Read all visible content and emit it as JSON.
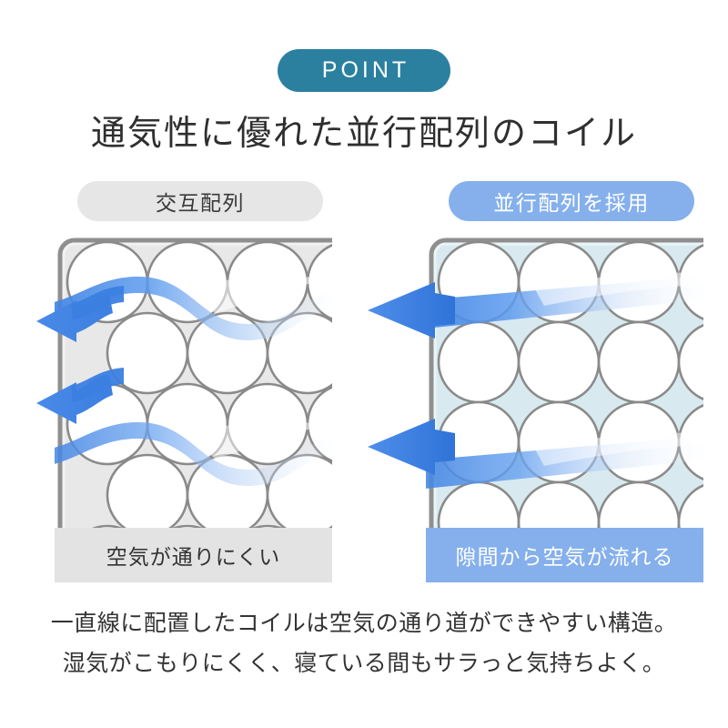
{
  "badge": {
    "label": "POINT",
    "color": "#2b80a0",
    "text_color": "#ffffff"
  },
  "title": "通気性に優れた並行配列のコイル",
  "columns": [
    {
      "id": "alternating",
      "header": "交互配列",
      "header_bg": "#e6e6e6",
      "header_text_color": "#3a3a3a",
      "panel_bg": "#e8e8e8",
      "caption": "空気が通りにくい",
      "caption_bg": "#e3e3e3",
      "caption_text_color": "#333333",
      "arrangement": "staggered",
      "airflow": "wavy",
      "arrow_count": 2
    },
    {
      "id": "parallel",
      "header": "並行配列を採用",
      "header_bg": "#85b0ec",
      "header_text_color": "#ffffff",
      "panel_bg": "#d8eaf0",
      "caption": "隙間から空気が流れる",
      "caption_bg": "#85b0ec",
      "caption_text_color": "#ffffff",
      "arrangement": "grid",
      "airflow": "straight",
      "arrow_count": 2
    }
  ],
  "body": {
    "line1": "一直線に配置したコイルは空気の通り道ができやすい構造。",
    "line2": "湿気がこもりにくく、寝ている間もサラっと気持ちよく。"
  },
  "palette": {
    "arrow_blue": "#3b7fe0",
    "arrow_blue_light": "#5b9aee",
    "coil_stroke": "#8a8a8a",
    "coil_fill": "#ffffff",
    "title_color": "#2f2f2f",
    "frame_stroke": "#8f8f8f"
  }
}
